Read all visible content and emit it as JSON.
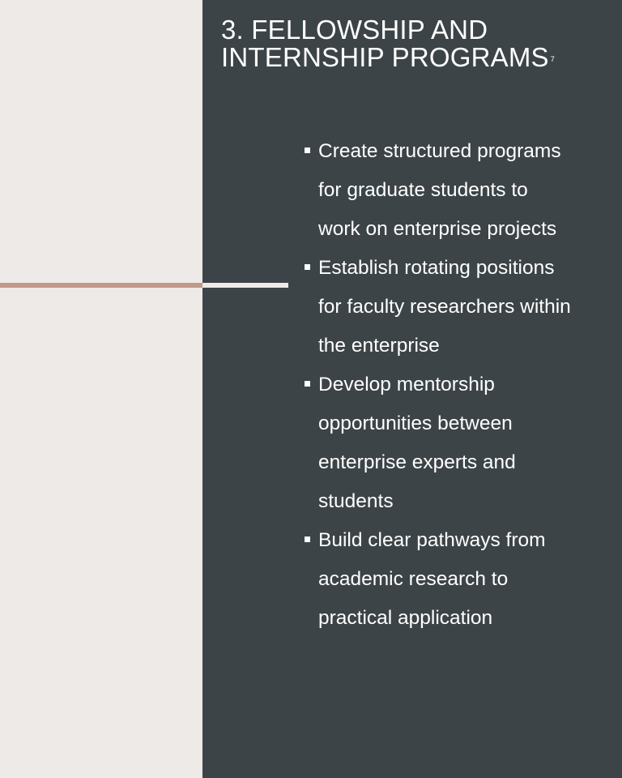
{
  "slide": {
    "title_lines": [
      "3. FELLOWSHIP AND",
      "INTERNSHIP PROGRAMS"
    ],
    "footnote_marker": "7",
    "bullets": [
      {
        "lines": [
          "Create structured programs",
          "for graduate students to",
          "work on enterprise projects"
        ]
      },
      {
        "lines": [
          "Establish rotating positions",
          "for faculty researchers within",
          "the enterprise"
        ]
      },
      {
        "lines": [
          "Develop mentorship",
          "opportunities between",
          "enterprise experts and",
          "students"
        ]
      },
      {
        "lines": [
          "Build clear pathways from",
          "academic research to",
          "practical application"
        ]
      }
    ]
  },
  "colors": {
    "background_light": "#eeeae7",
    "panel_dark": "#3c4447",
    "accent_line": "#c0998a",
    "text": "#ffffff"
  }
}
